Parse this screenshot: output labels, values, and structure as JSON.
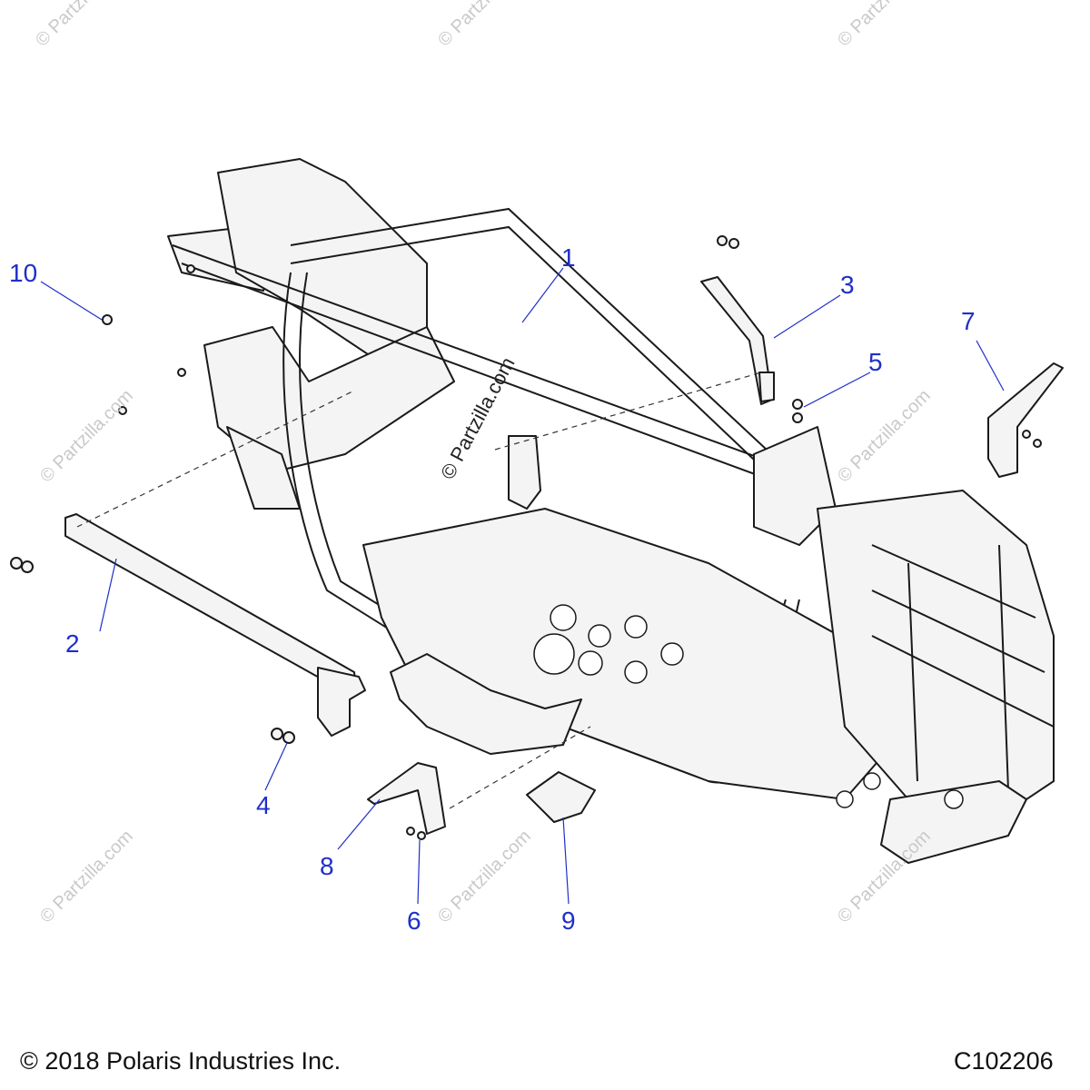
{
  "diagram": {
    "callouts": [
      {
        "id": "1",
        "label": "1"
      },
      {
        "id": "2",
        "label": "2"
      },
      {
        "id": "3",
        "label": "3"
      },
      {
        "id": "4",
        "label": "4"
      },
      {
        "id": "5",
        "label": "5"
      },
      {
        "id": "6",
        "label": "6"
      },
      {
        "id": "7",
        "label": "7"
      },
      {
        "id": "8",
        "label": "8"
      },
      {
        "id": "9",
        "label": "9"
      },
      {
        "id": "10",
        "label": "10"
      }
    ],
    "watermark_text": "© Partzilla.com",
    "footer": {
      "copyright": "© 2018 Polaris Industries Inc.",
      "diagram_code": "C102206"
    },
    "colors": {
      "callout": "#1f2fc8",
      "line_art": "#1a1a1a",
      "watermark": "#c9c9c9"
    }
  }
}
